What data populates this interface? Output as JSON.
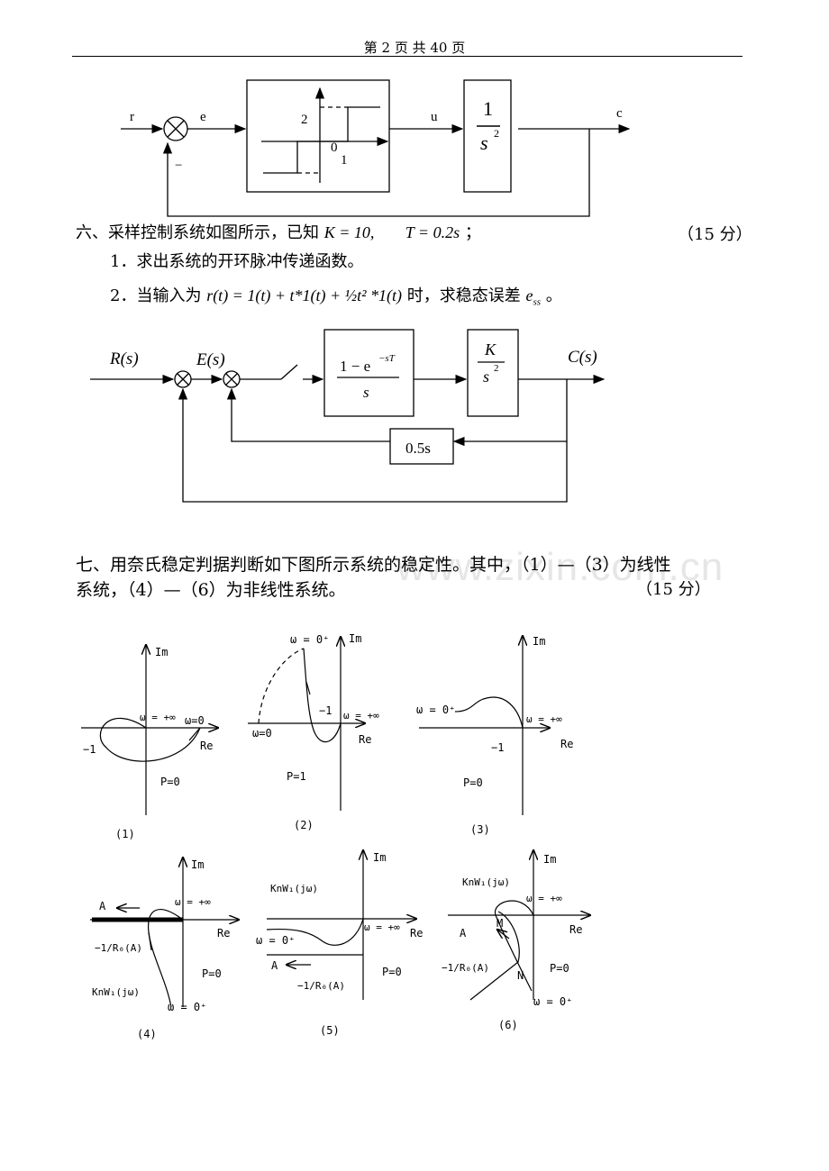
{
  "header": {
    "page_label": "第 2 页 共 40 页"
  },
  "fig_relay": {
    "r": "r",
    "e": "e",
    "u": "u",
    "c": "c",
    "minus": "−",
    "level": "2",
    "origin": "0",
    "dead": "1",
    "tf_num": "1",
    "tf_den": "s",
    "tf_exp": "2"
  },
  "q6": {
    "title": "六、采样控制系统如图所示，已知",
    "k_eq": "K = 10,",
    "t_eq": "T = 0.2s",
    "end": "；",
    "points": "（15 分）",
    "item1": "1．求出系统的开环脉冲传递函数。",
    "item2_a": "2．当输入为",
    "item2_formula": "r(t) = 1(t) + t*1(t) + ½t² *1(t)",
    "item2_b": "时，求稳态误差",
    "item2_ess": "e",
    "item2_ess_sub": "ss",
    "item2_end": "。"
  },
  "fig_sampled": {
    "R": "R(s)",
    "E": "E(s)",
    "C": "C(s)",
    "zoh_num": "1 − e",
    "zoh_exp": "−sT",
    "zoh_den": "s",
    "plant_num": "K",
    "plant_den": "s",
    "plant_exp": "2",
    "fb": "0.5s"
  },
  "q7": {
    "line1": "七、用奈氏稳定判据判断如下图所示系统的稳定性。其中，（1）—（3）为线性",
    "line2": "系统，（4）—（6）为非线性系统。",
    "points": "（15 分）"
  },
  "watermark": "www.zixin.com.cn",
  "nyquist": {
    "im": "Im",
    "re": "Re",
    "w_inf": "ω = +∞",
    "w_zero": "ω=0",
    "w_0plus": "ω = 0⁺",
    "minus_one": "−1",
    "p0": "P=0",
    "p1": "P=1",
    "a": "A",
    "m": "M",
    "n": "N",
    "knw": "KnW₁(jω)",
    "describing": "−1/R₀(A)",
    "captions": [
      "(1)",
      "(2)",
      "(3)",
      "(4)",
      "(5)",
      "(6)"
    ]
  }
}
